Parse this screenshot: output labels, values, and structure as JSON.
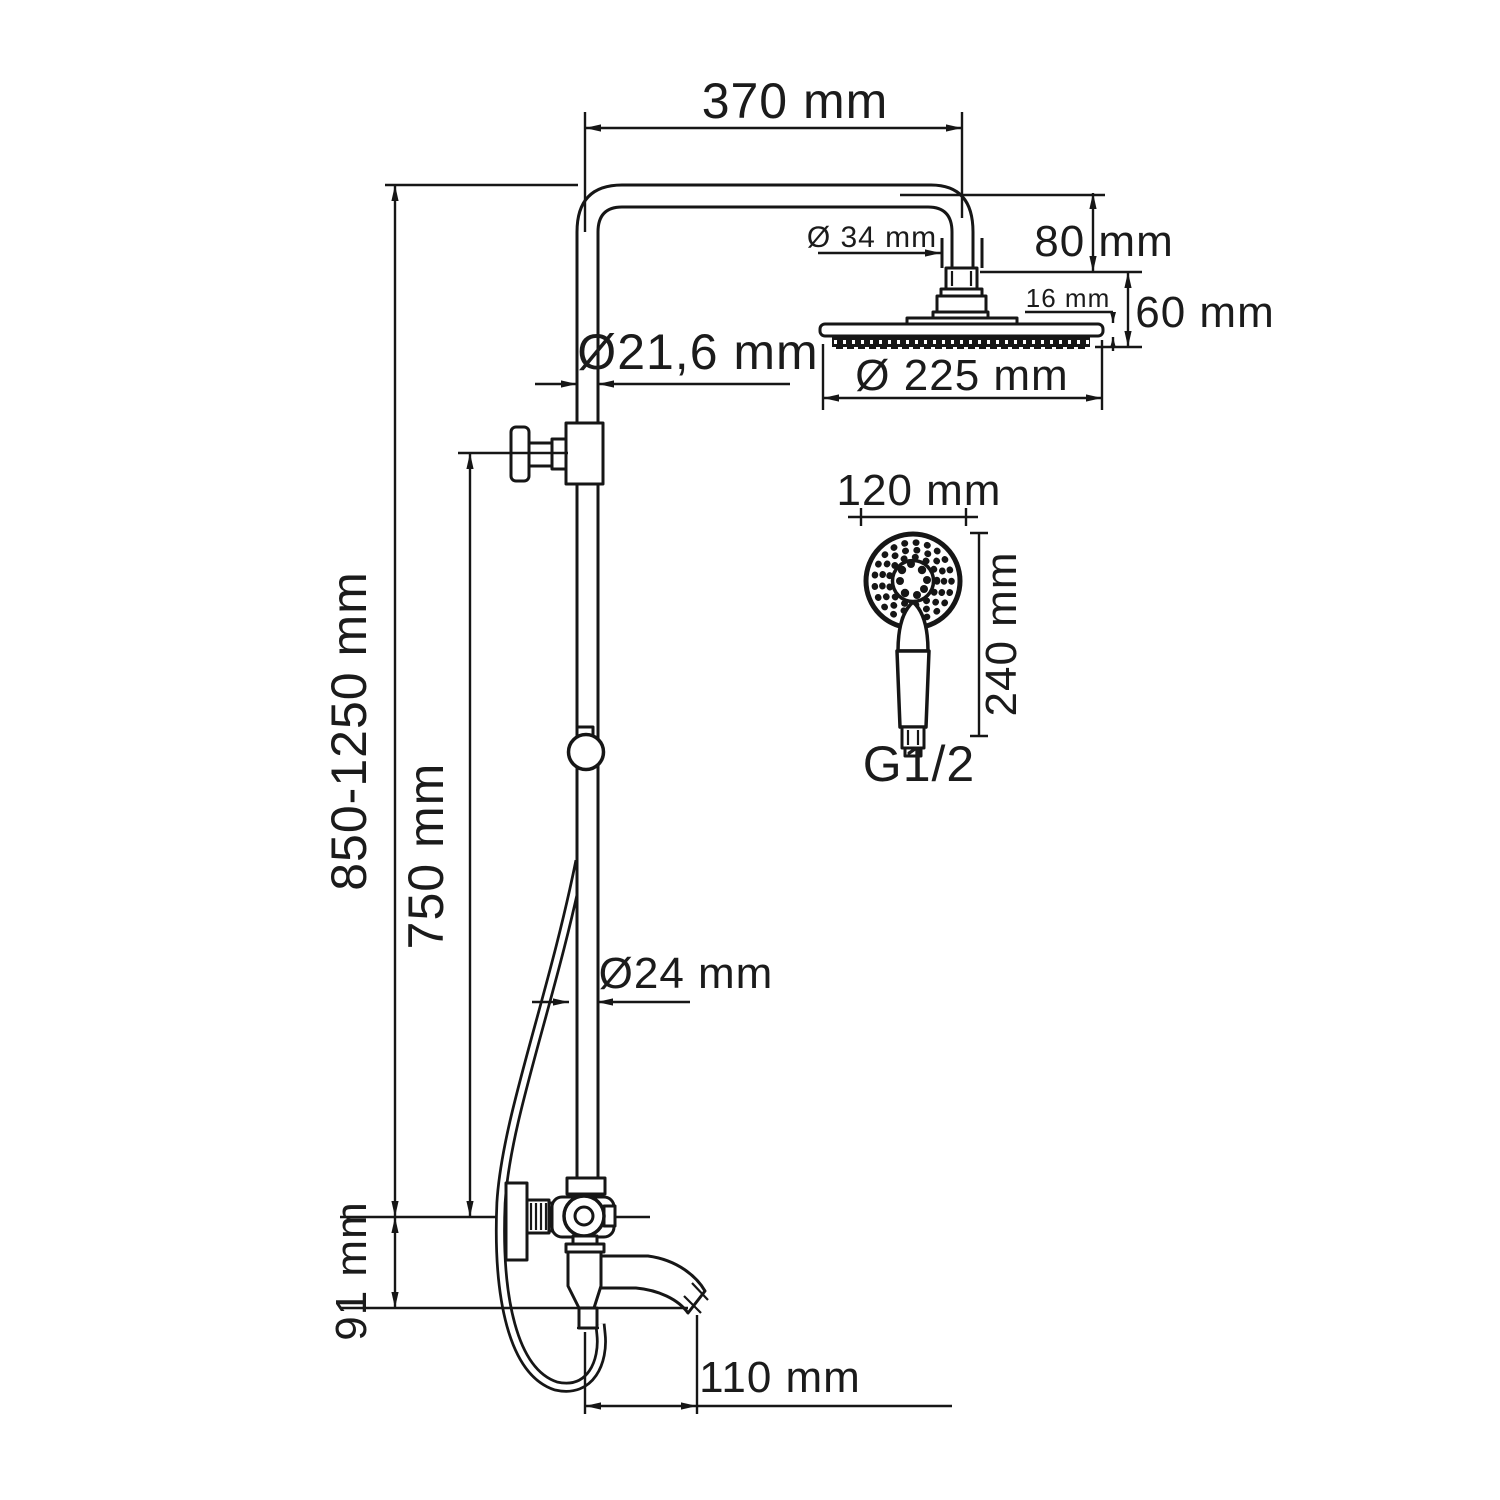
{
  "title": "Shower system dimensional drawing",
  "units": "mm",
  "labels": {
    "arm_length": "370 mm",
    "connector_diameter": "Ø 34 mm",
    "head_offset_height": "80 mm",
    "head_rim_thickness": "16 mm",
    "head_total_height": "60 mm",
    "head_diameter": "Ø 225 mm",
    "riser_diameter_upper": "Ø21,6 mm",
    "column_height_range": "850-1250 mm",
    "bracket_to_mixer_height": "750 mm",
    "riser_diameter_lower": "Ø24 mm",
    "handshower_head_diameter": "120 mm",
    "handshower_length": "240 mm",
    "handshower_thread": "G1/2",
    "spout_reach": "110 mm",
    "mixer_to_spout_drop": "91 mm"
  }
}
